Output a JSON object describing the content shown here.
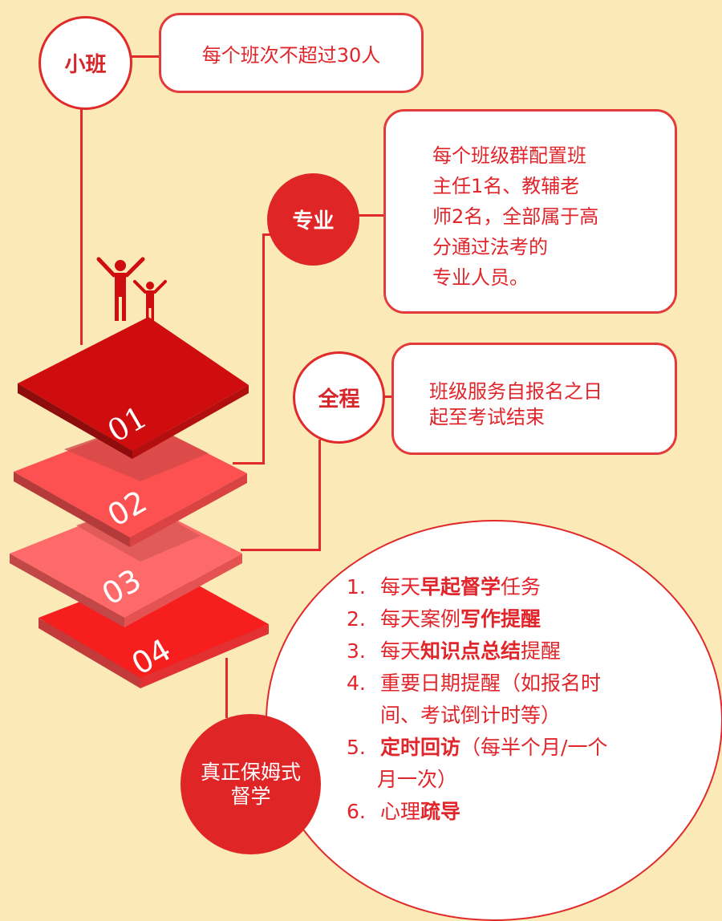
{
  "colors": {
    "background": "#fbe9b8",
    "accent_red": "#e02527",
    "tile_01": "#cf0c0e",
    "tile_02": "#fd5151",
    "tile_03": "#fe6a6a",
    "tile_04": "#f71e1e"
  },
  "features": [
    {
      "id": "small_class",
      "label": "小班",
      "style": "outline",
      "description": "每个班次不超过30人"
    },
    {
      "id": "professional",
      "label": "专业",
      "style": "filled",
      "description_lines": [
        "每个班级群配置班",
        "主任1名、教辅老",
        "师2名，全部属于高",
        "分通过法考的",
        "专业人员。"
      ]
    },
    {
      "id": "full_process",
      "label": "全程",
      "style": "outline",
      "description_lines": [
        "班级服务自报名之日",
        "起至考试结束"
      ]
    },
    {
      "id": "nanny_supervision",
      "label_lines": [
        "真正保姆式",
        "督学"
      ],
      "style": "filled"
    }
  ],
  "tiles": [
    {
      "number": "01"
    },
    {
      "number": "02"
    },
    {
      "number": "03"
    },
    {
      "number": "04"
    }
  ],
  "icons": {
    "people": "people-cheering-icon"
  },
  "supervision_list": [
    {
      "num": "1.",
      "plain_a": "每天",
      "bold": "早起督学",
      "plain_b": "任务"
    },
    {
      "num": "2.",
      "plain_a": "每天案例",
      "bold": "写作提醒",
      "plain_b": ""
    },
    {
      "num": "3.",
      "plain_a": "每天",
      "bold": "知识点总结",
      "plain_b": "提醒"
    },
    {
      "num": "4.",
      "plain_a": "重要日期提醒（如报名时",
      "bold": "",
      "plain_b": "",
      "cont": "间、考试倒计时等）"
    },
    {
      "num": "5.",
      "plain_a": "",
      "bold": "定时回访",
      "plain_b": "（每半个月/一个",
      "cont": "月一次）"
    },
    {
      "num": "6.",
      "plain_a": "心理",
      "bold": "疏导",
      "plain_b": ""
    }
  ]
}
